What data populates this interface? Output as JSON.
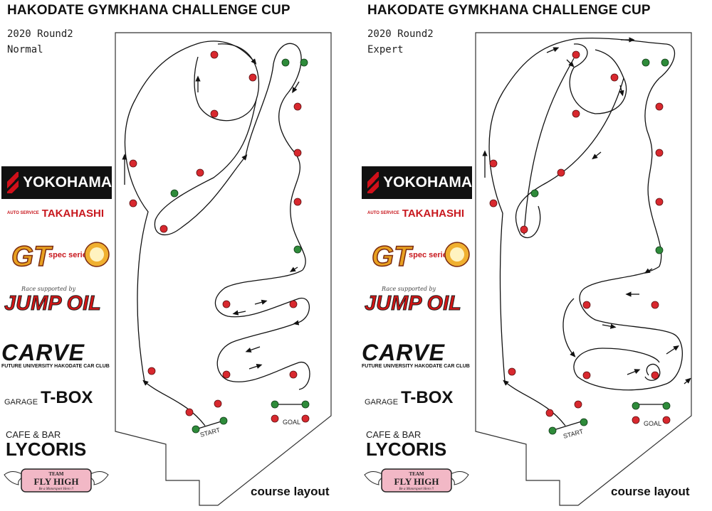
{
  "panels": [
    {
      "title": "HAKODATE GYMKHANA CHALLENGE CUP",
      "round": "2020 Round2",
      "class": "Normal",
      "course_label": "course layout",
      "start_label": "START",
      "goal_label": "GOAL"
    },
    {
      "title": "HAKODATE GYMKHANA CHALLENGE CUP",
      "round": "2020 Round2",
      "class": "Expert",
      "course_label": "course layout",
      "start_label": "START",
      "goal_label": "GOAL"
    }
  ],
  "sponsors": {
    "yokohama": "YOKOHAMA",
    "takahashi_small": "AUTO SERVICE",
    "takahashi": "TAKAHASHI",
    "gt": "GT",
    "gt_sub": "spec series",
    "jump_tag": "Race supported by",
    "jump_oil": "JUMP OIL",
    "carve": "CARVE",
    "carve_sub": "FUTURE UNIVERSITY HAKODATE CAR CLUB",
    "garage": "GARAGE",
    "tbox": "T-BOX",
    "cafe": "CAFE & BAR",
    "lycoris": "LYCORIS",
    "fly_team": "TEAM",
    "fly_high": "FLY HIGH",
    "fly_sub": "Be a Motorsport Hero !!"
  },
  "colors": {
    "red_cone": "#d8282e",
    "green_cone": "#2e8b3a",
    "yokohama_red": "#d0101a",
    "brand_red": "#c8181e"
  }
}
